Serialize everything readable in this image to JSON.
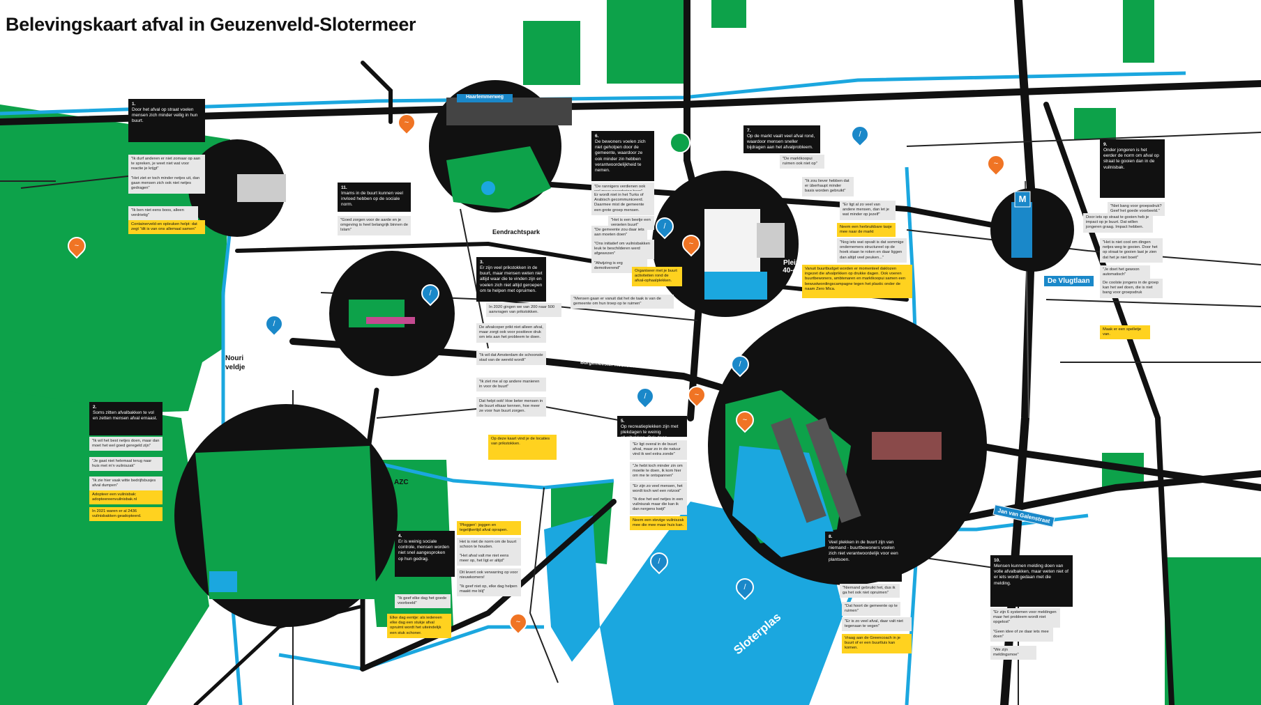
{
  "title": "Belevingskaart afval in Geuzenveld-Slotermeer",
  "colors": {
    "park": "#0da24a",
    "water": "#1ba7df",
    "road": "#111111",
    "accent_pin": "#f07424",
    "info_pin": "#1a88c9",
    "highlight": "#ffd21f",
    "quote": "#e7e7e7"
  },
  "labels": {
    "eendrachtspark": "Eendrachtspark",
    "plein": "Plein 40-45",
    "nouri": "Nouri veldje",
    "azc": "AZC",
    "sloterplas": "Sloterplas",
    "haarlemmerweg": "Haarlemmerweg",
    "burgemeester": "Burgemeester Röellstraat",
    "vlugtlaan": "De Vlugtlaan",
    "galenstraat": "Jan van Galenstraat",
    "metro": "M"
  },
  "cards": {
    "c1": {
      "num": "1.",
      "text": "Door het afval op straat voelen mensen zich minder veilig in hun buurt."
    },
    "c2": {
      "num": "2.",
      "text": "Soms zitten afvalbakken te vol en zetten mensen afval ernaast."
    },
    "c3": {
      "num": "3.",
      "text": "Er zijn veel prikstokken in de buurt, maar mensen weten niet altijd waar die te vinden zijn en voelen zich niet altijd geroepen om te helpen met opruimen."
    },
    "c4": {
      "num": "4.",
      "text": "Er is weinig sociale controle, mensen worden niet snel aangesproken op hun gedrag."
    },
    "c5": {
      "num": "5.",
      "text": "Op recreatieplekken zijn met plekdagen te weinig afvalbakken. Ook doen mensen liever niet af te veel moeite."
    },
    "c6": {
      "num": "6.",
      "text": "De bewoners voelen zich niet geholpen door de gemeente, waardoor ze ook minder zin hebben verantwoordelijkheid te nemen."
    },
    "c7": {
      "num": "7.",
      "text": "Op de markt vaalt veel afval rond, waardoor mensen sneller bijdragen aan het afvalprobleem."
    },
    "c8": {
      "num": "8.",
      "text": "Veel plekken in de buurt zijn van niemand - buurtbewoners voelen zich niet verantwoordelijk voor een plantsoen."
    },
    "c9": {
      "num": "9.",
      "text": "Onder jongeren is het eerder de norm om afval op straat te gooien dan in de vuilnisbak."
    },
    "c10": {
      "num": "10.",
      "text": "Mensen kunnen melding doen van volle afvalbakken, maar weten niet of er iets wordt gedaan met die melding."
    },
    "c11": {
      "num": "11.",
      "text": "Imams in de buurt kunnen veel invloed hebben op de sociale norm."
    }
  },
  "quotes": {
    "q1a": "\"Ik durf anderen er niet zomaar op aan te spreken, je weet niet wat voor reactie je krijgt\"",
    "q1b": "\"Het ziet er toch minder netjes uit, dan gaan mensen zich ook niet netjes gedragen\"",
    "q1c": "\"Ik ben niet eens boos, alleen verdrietig\"",
    "y1": "Containerveld-en opleuken helpt: dat zegt \"dit is van ons allemaal samen\"",
    "q11a": "\"Goed zorgen voor de aarde en je omgeving is heel belangrijk binnen de Islam\"",
    "q2a": "\"Ik wil het best netjes doen, maar dan moet het wel goed geregeld zijn\"",
    "q2b": "\"Je gaat niet helemaal terug naar huis met m'n vuilniszak\"",
    "q2c": "\"Ik zie hier vaak witte bedrijfsbusjes afval dumpen\"",
    "y2a": "Adopteer een vuilnisbak: adopteereenvuilnisbak.nl",
    "y2b": "In 2021 waren er al 2436 vuilnisbakken geadopteerd.",
    "q3a": "In 2020 gingen we van 200 naar 500 aanvragen van prikstokken.",
    "q3b": "De afvalcoper prikt niet alleen afval, maar zorgt ook voor positieve druk om iets aan het probleem te doen.",
    "q3c": "\"Ik wil dat Amsterdam de schoonste stad van de wereld wordt\"",
    "q3d": "\"Ik ziet me al op andere manieren in voor de buurt\"",
    "q3e": "Dat helpt ook! Hoe beter mensen in de buurt elkaar kennen, hoe meer ze voor hun buurt zorgen.",
    "y3": "Op deze kaart vind je de locaties van prikstokken.",
    "y4a": "'Ploggen': joggen en tegelijkertijd afval oprapen.",
    "q4a": "Het is niet de norm om de buurt schoon te houden.",
    "q4b": "\"Het afval valt me niet eens meer op, het ligt er altijd\"",
    "q4c": "Dit levert ook verwarring op voor nieuwkomers!",
    "q4d": "\"Ik geef niet op, elke dag helpen maakt me blij\"",
    "q4e": "\"Ik geef elke dag het goede voorbeeld\"",
    "y4b": "Elke dag eentje: als iedereen elke dag een stukje afval opruimt wordt het uiteindelijk een stuk schoner.",
    "q5a": "\"Er ligt overal in de buurt afval, maar zo in de natuur vind ik wel extra zonde\"",
    "q5b": "\"Je hebt toch minder zin om moeite te doen, ik kom hier om me te ontspannen\"",
    "q5c": "\"Er zijn zo veel mensen, het wordt toch wel een rotzooi\"",
    "q5d": "\"Ik doe het wel netjes in een vuilniszak maar die kan ik dan nergens kwijt\"",
    "y5": "Neem een stevige vuilniszak mee die mee maar huis kan.",
    "q6a": "\"De rannigers verdienen ook wel meer waardering hoor\"",
    "q6b": "Er wordt niet in het Turks of Arabisch gecommuniceerd. Daarmee mist de gemeente een grote groep mensen.",
    "q6c": "\"Het is een beetje een vergeten buurt\"",
    "q6d": "\"De gemeente zou daar iets aan moeten doen\"",
    "q6e": "\"Ons initiatief om vuilnisbakken leuk te beschilderen werd afgewezen\"",
    "q6f": "\"Afwijzing is erg demotiverend\"",
    "y6": "Organiseer met je buurt activiteiten rond de afval-ophaalplekken.",
    "q6g": "\"Mensen gaan er vanuit dat het de taak is van de gemeente om hun troep op te ruimen\"",
    "q7a": "\"De marktkoopui ruimen ook niet op\"",
    "q7b": "\"Ik zou liever hebben dat er überhaupt minder basis worden gebruikt\"",
    "q7c": "\"Er ligt al zo veel van andere mensen, dan let je wat minder op jezelf\"",
    "y7a": "Neem een herbruikbare tasje mee naar de markt",
    "q7d": "\"Nog iets wat opvalt is dat sommige ondernemers structureel op de hoek staan te roken en daar liggen dan altijd veel peuken...\"",
    "y7b": "Vanuit buurtbudget worden er momenteel daklozen ingezet die afvalprikken op drukke dagen. Ook voeren buurtbewoners, ambtenaren en marktkoopui samen een bewustwordingscampagne tegen het plastic onder de naam Zero Mica.",
    "q9a": "\"Niet bang voor groepsdruk? Geef het goede voorbeeld.\"",
    "q9b": "Door iets op straat te gooien heb je impact op je buurt. Dat willen jongeren graag. Impact hebben.",
    "q9c": "\"Het is niet cool om dingen netjes weg te gooien. Door het op straat te gooien laat je zien dat het je niet boeit\"",
    "q9d": "\"Je doet het gewoon automatisch\"",
    "q9e": "De coolste jongens in de groep kan het wel doen, die is niet bang voor groepsdruk",
    "y9": "Maak er een spelletje van.",
    "q8a": "\"Niemand gebruikt het, dus ik ga het ook niet opruimen\"",
    "q8b": "\"Dat hoort de gemeente op te ruimen\"",
    "q8c": "\"Er is zo veel afval, daar valt niet tegenaan te vegen\"",
    "y8": "Vraag aan de Greencoach in je buurt of er een buurtluis kan komen.",
    "q10a": "\"Er zijn 6 systemen voor meldingen maar het probleem wordt niet opgelost\"",
    "q10b": "\"Geen idee of ze daar iets mee doen\"",
    "q10c": "\"We zijn meldingsmoe\""
  }
}
